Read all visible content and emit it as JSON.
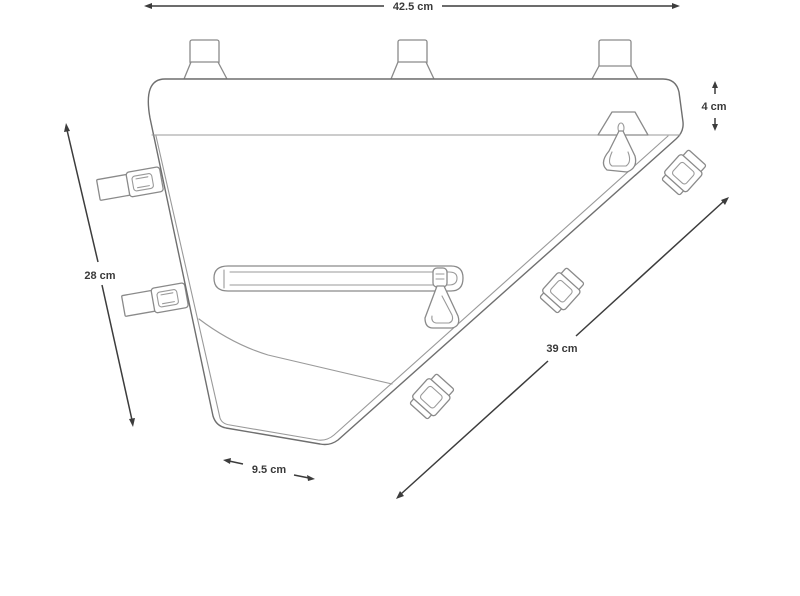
{
  "dimensions": {
    "top_width": "42.5 cm",
    "top_height": "4 cm",
    "left_height": "28 cm",
    "diagonal_length": "39 cm",
    "bottom_width": "9.5 cm"
  },
  "colors": {
    "outline": "#8a8a8a",
    "dimension": "#3c3c3c",
    "background": "#ffffff"
  }
}
